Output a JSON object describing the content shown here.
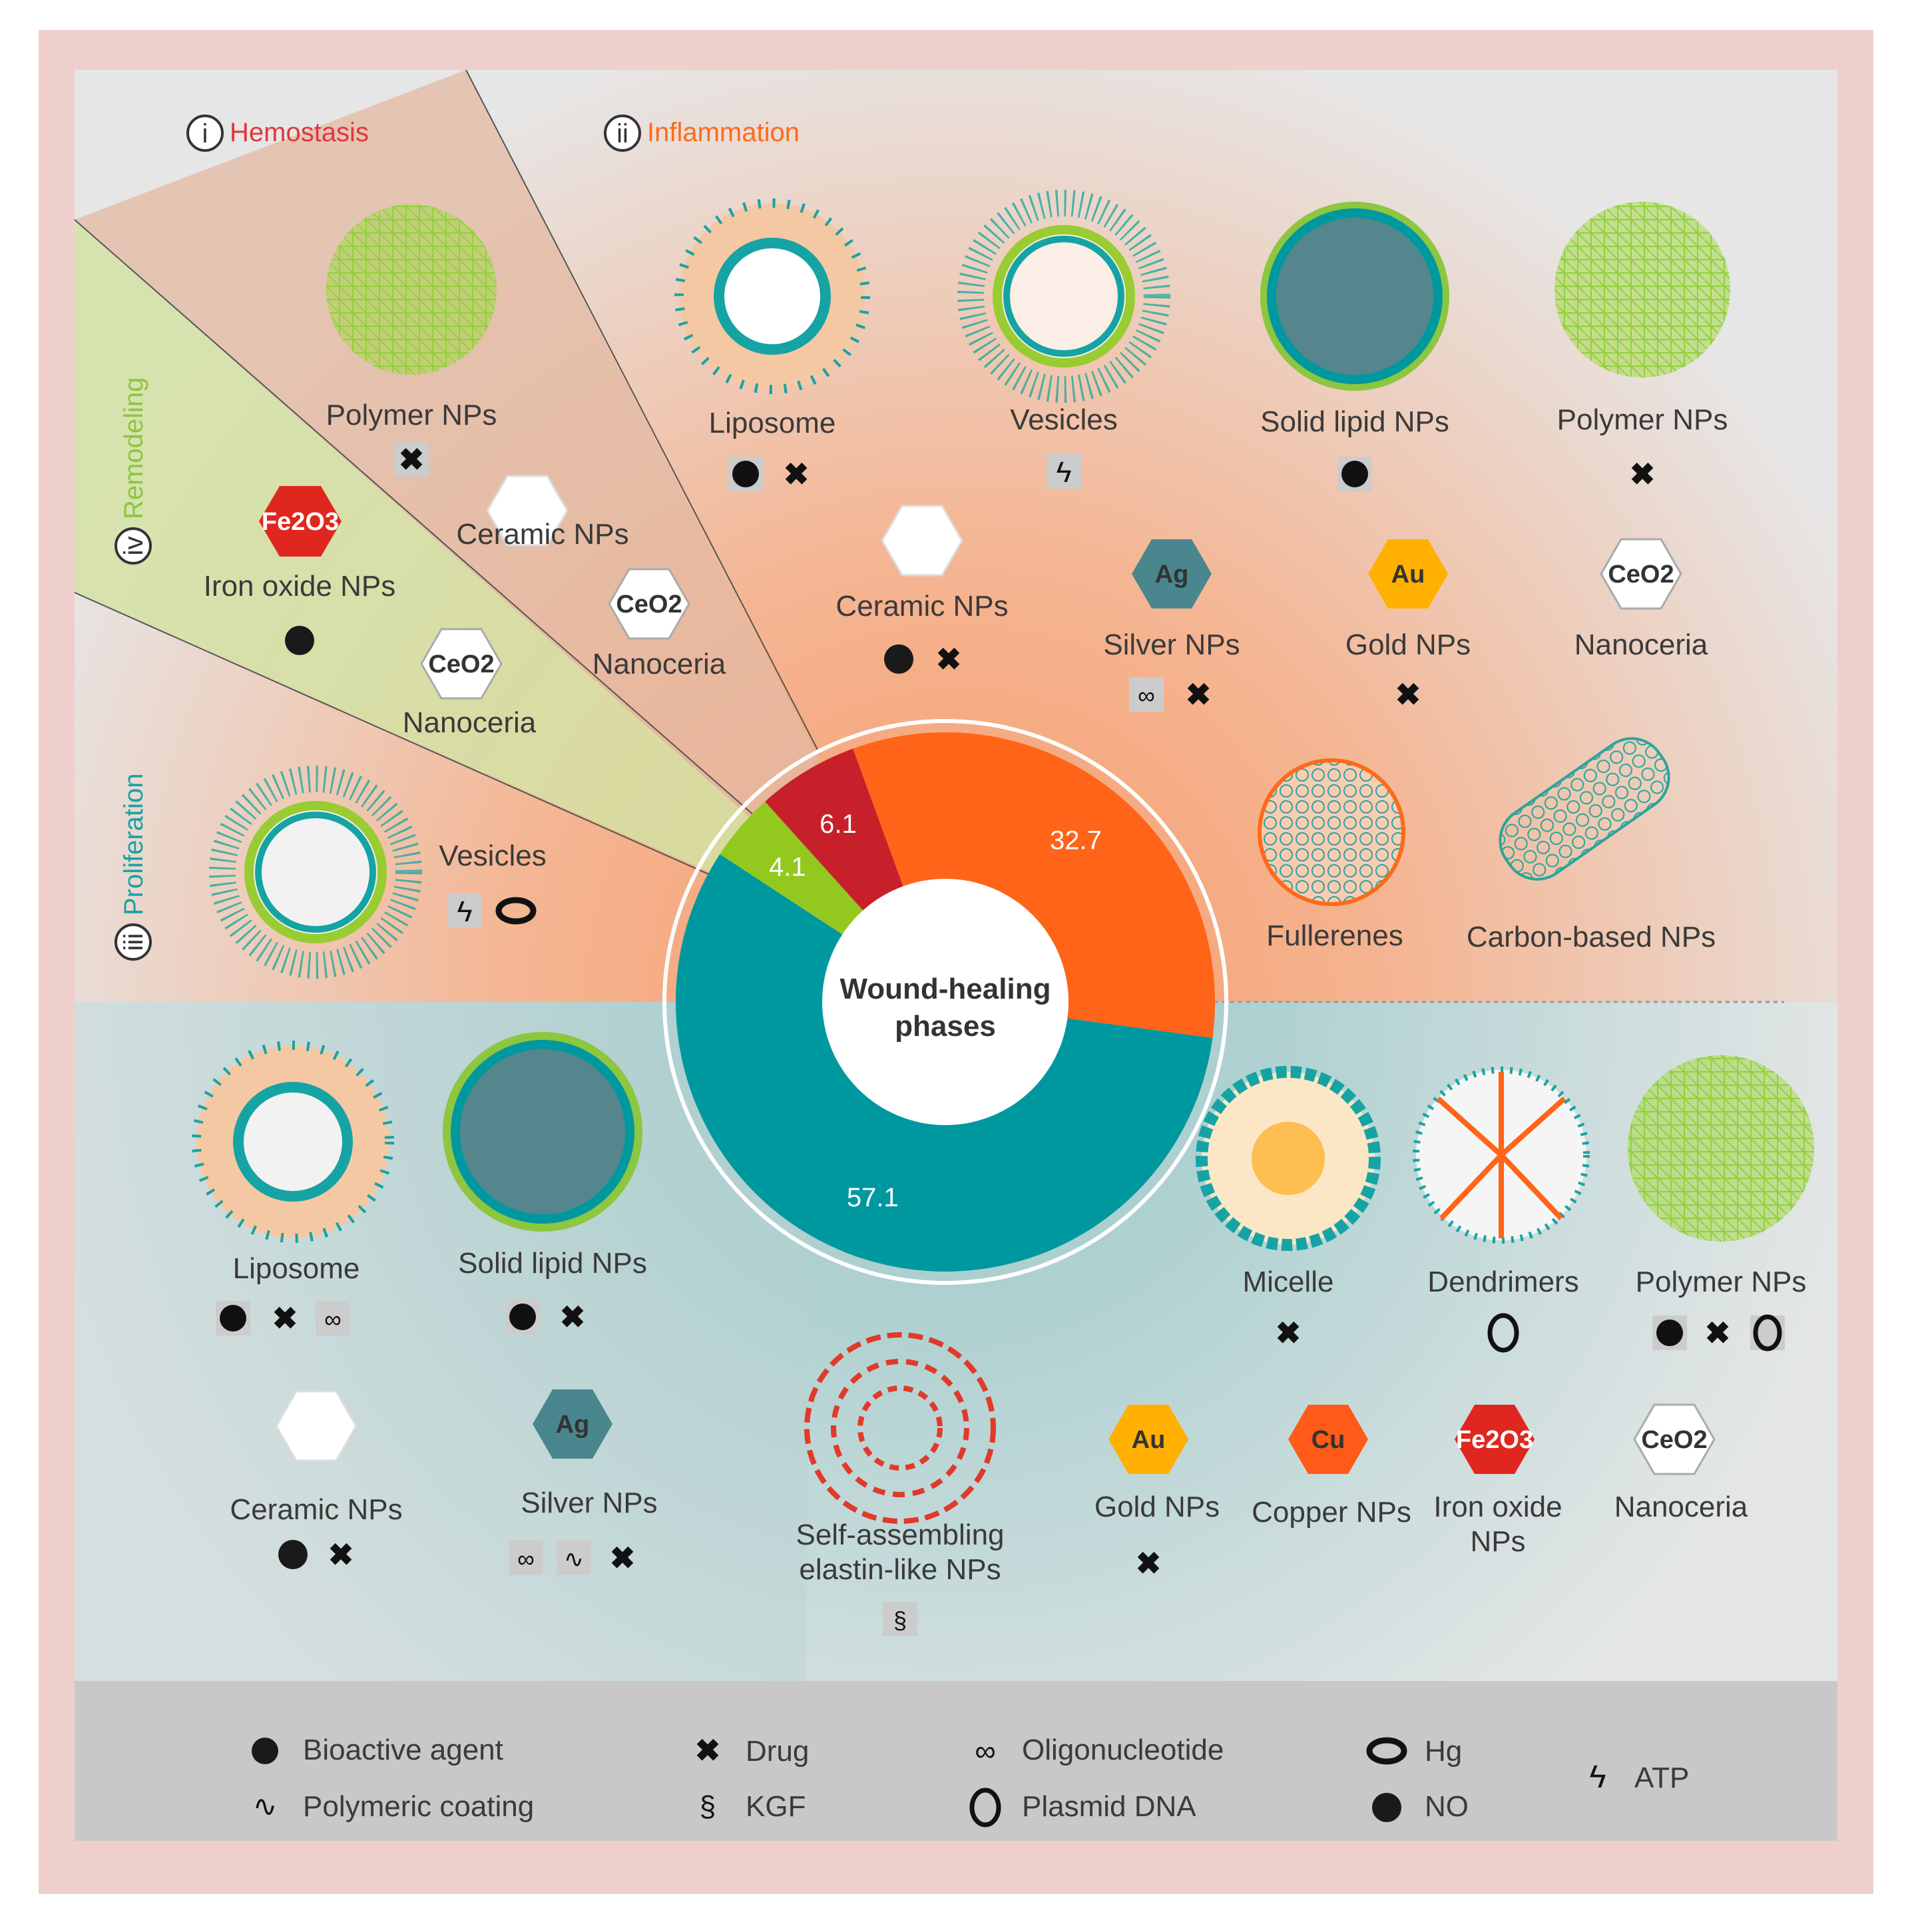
{
  "phases": {
    "hemostasis": {
      "numeral": "i",
      "label": "Hemostasis",
      "color": "#e0373a"
    },
    "inflammation": {
      "numeral": "ii",
      "label": "Inflammation",
      "color": "#ff6a1a"
    },
    "proliferation": {
      "numeral": "iii",
      "label": "Proliferation",
      "color": "#16a0a6"
    },
    "remodeling": {
      "numeral": "iv",
      "label": "Remodeling",
      "color": "#9acb3c"
    }
  },
  "chart_data": {
    "type": "pie",
    "center_label": [
      "Wound-healing",
      "phases"
    ],
    "slices": [
      {
        "value": 6.1,
        "label": "6.1",
        "color": "#c8202a"
      },
      {
        "value": 32.7,
        "label": "32.7",
        "color": "#ff6418"
      },
      {
        "value": 57.1,
        "label": "57.1",
        "color": "#00989f"
      },
      {
        "value": 4.1,
        "label": "4.1",
        "color": "#93c91f"
      }
    ]
  },
  "hemostasis_items": {
    "polymer": "Polymer NPs",
    "ceramic": "Ceramic NPs",
    "nanoceria": "Nanoceria",
    "ceo2": "CeO2"
  },
  "remodeling_items": {
    "iron": "Iron oxide NPs",
    "fe2o3": "Fe2O3",
    "nanoceria": "Nanoceria",
    "ceo2": "CeO2"
  },
  "inflammation_items": {
    "liposome": "Liposome",
    "vesicles": "Vesicles",
    "solid_lipid": "Solid lipid NPs",
    "polymer": "Polymer NPs",
    "ceramic": "Ceramic NPs",
    "silver": "Silver NPs",
    "ag": "Ag",
    "gold": "Gold NPs",
    "au": "Au",
    "nanoceria": "Nanoceria",
    "ceo2": "CeO2",
    "fullerenes": "Fullerenes",
    "carbon": "Carbon-based NPs"
  },
  "proliferation_items": {
    "vesicles": "Vesicles",
    "liposome": "Liposome",
    "solid_lipid": "Solid lipid NPs",
    "micelle": "Micelle",
    "dendrimers": "Dendrimers",
    "polymer": "Polymer NPs",
    "ceramic": "Ceramic NPs",
    "silver": "Silver NPs",
    "ag": "Ag",
    "elastin_1": "Self-assembling",
    "elastin_2": "elastin-like NPs",
    "gold": "Gold NPs",
    "au": "Au",
    "copper": "Copper NPs",
    "cu": "Cu",
    "iron_1": "Iron oxide",
    "iron_2": "NPs",
    "fe2o3": "Fe2O3",
    "nanoceria": "Nanoceria",
    "ceo2": "CeO2"
  },
  "legend": {
    "bioactive": "Bioactive agent",
    "polymeric": "Polymeric coating",
    "drug": "Drug",
    "kgf": "KGF",
    "oligo": "Oligonucleotide",
    "plasmid": "Plasmid DNA",
    "hg": "Hg",
    "no": "NO",
    "atp": "ATP"
  }
}
